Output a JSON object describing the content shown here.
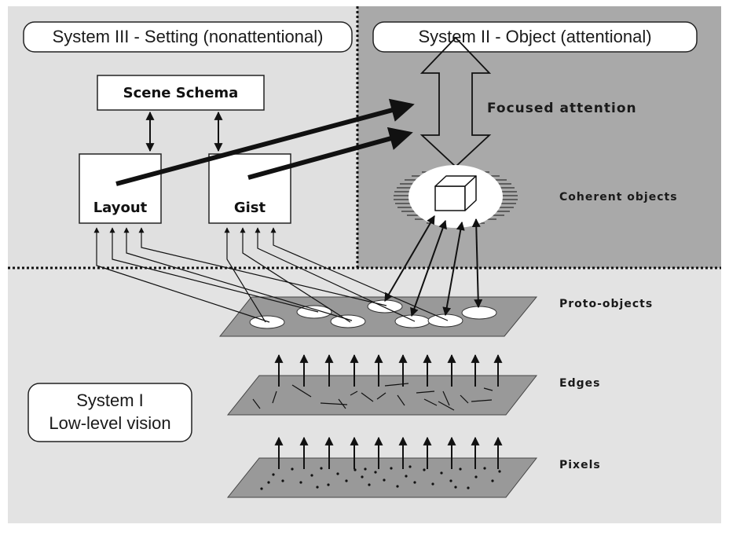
{
  "regions": {
    "system3_label": "System III - Setting (nonattentional)",
    "system2_label": "System II - Object (attentional)",
    "system1_line1": "System I",
    "system1_line2": "Low-level vision"
  },
  "nodes": {
    "scene_schema": "Scene Schema",
    "layout": "Layout",
    "gist": "Gist",
    "focused_attention": "Focused attention",
    "coherent_objects": "Coherent objects",
    "proto_objects": "Proto-objects",
    "edges": "Edges",
    "pixels": "Pixels"
  },
  "colors": {
    "system3_bg": "#e0e0e0",
    "system2_bg": "#a9a9a9",
    "system1_bg": "#e3e3e3",
    "plane": "#999999",
    "ink": "#111111"
  }
}
